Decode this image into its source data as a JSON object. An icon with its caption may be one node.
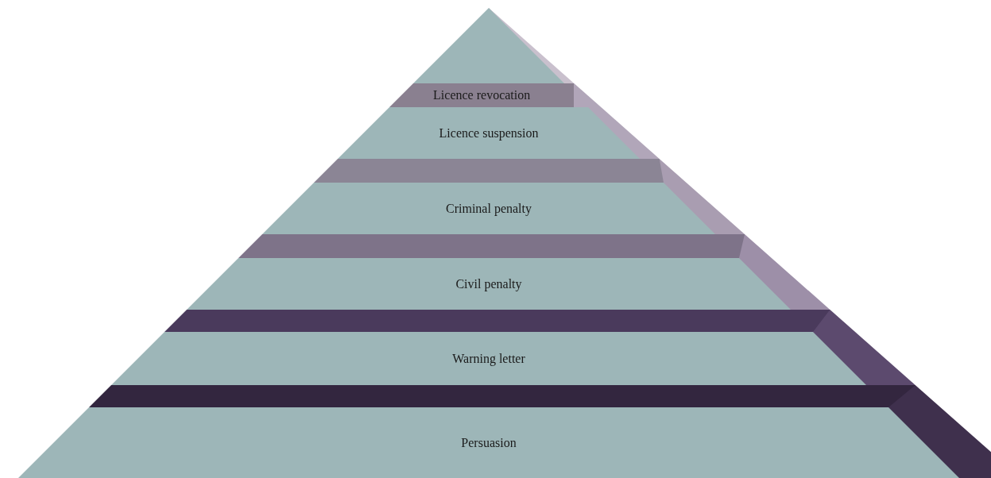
{
  "diagram": {
    "nodes": [
      {
        "text": [
          "Licence revocation"
        ]
      },
      {
        "text": [
          "Licence suspension"
        ]
      },
      {
        "text": [
          "Criminal penalty"
        ]
      },
      {
        "text": [
          "Civil penalty"
        ]
      },
      {
        "text": [
          "Warning letter"
        ]
      },
      {
        "text": [
          "Persuasion"
        ]
      }
    ]
  }
}
